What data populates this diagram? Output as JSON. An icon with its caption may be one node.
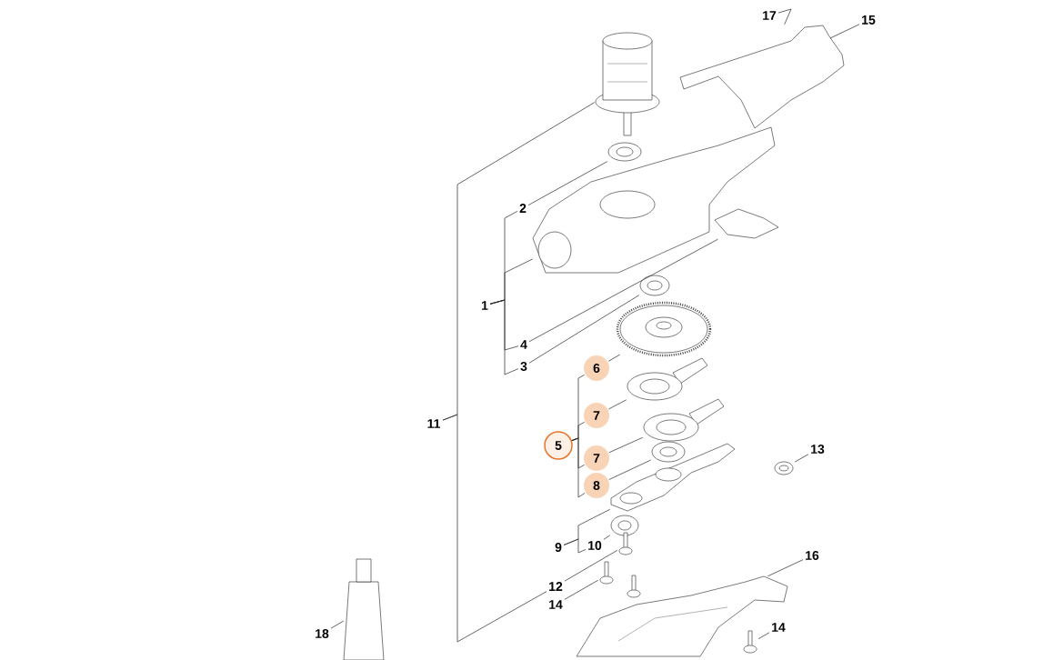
{
  "diagram": {
    "nodes": [
      {
        "text": [],
        "shape": "picture"
      },
      {
        "text": [],
        "shape": "picture"
      },
      {
        "text": [],
        "shape": "picture"
      },
      {
        "text": [],
        "shape": "picture"
      },
      {
        "text": [],
        "shape": "picture"
      },
      {
        "text": [],
        "shape": "picture"
      },
      {
        "text": [],
        "shape": "picture"
      },
      {
        "text": [],
        "shape": "picture"
      },
      {
        "text": [],
        "shape": "picture"
      },
      {
        "text": [],
        "shape": "picture"
      },
      {
        "text": [],
        "shape": "picture"
      },
      {
        "text": [],
        "shape": "picture"
      },
      {
        "text": [],
        "shape": "picture"
      },
      {
        "text": [],
        "shape": "picture"
      },
      {
        "text": [],
        "shape": "picture"
      },
      {
        "text": [],
        "shape": "picture"
      },
      {
        "text": [],
        "shape": "picture"
      },
      {
        "text": [],
        "shape": "picture"
      },
      {
        "text": [],
        "shape": "picture"
      },
      {
        "text": [
          "17"
        ]
      },
      {
        "text": [
          "15"
        ]
      },
      {
        "text": [
          "2"
        ]
      },
      {
        "text": [
          "1"
        ]
      },
      {
        "text": [
          "4"
        ]
      },
      {
        "text": [
          "3"
        ]
      },
      {
        "text": [
          "11"
        ]
      },
      {
        "text": [
          "6"
        ]
      },
      {
        "text": [
          "7"
        ]
      },
      {
        "text": [
          "5"
        ]
      },
      {
        "text": [
          "7"
        ]
      },
      {
        "text": [
          "8"
        ]
      },
      {
        "text": [
          "13"
        ]
      },
      {
        "text": [
          "9"
        ]
      },
      {
        "text": [
          "10"
        ]
      },
      {
        "text": [
          "16"
        ]
      },
      {
        "text": [
          "12"
        ]
      },
      {
        "text": [
          "14"
        ]
      },
      {
        "text": [
          "18"
        ]
      },
      {
        "text": [
          "14"
        ]
      }
    ],
    "edges": [
      {
        "from": 19,
        "to": 16,
        "arrow": "none"
      },
      {
        "from": 20,
        "to": 16,
        "arrow": "none"
      },
      {
        "from": 21,
        "to": 1,
        "arrow": "none"
      },
      {
        "from": 22,
        "to": 2,
        "arrow": "none"
      },
      {
        "from": 22,
        "to": 21,
        "arrow": "none"
      },
      {
        "from": 22,
        "to": 23,
        "arrow": "none"
      },
      {
        "from": 22,
        "to": 24,
        "arrow": "none"
      },
      {
        "from": 23,
        "to": 3,
        "arrow": "none"
      },
      {
        "from": 24,
        "to": 4,
        "arrow": "none"
      },
      {
        "from": 25,
        "to": 0,
        "arrow": "none"
      },
      {
        "from": 25,
        "to": 35,
        "arrow": "none"
      },
      {
        "from": 26,
        "to": 5,
        "arrow": "none"
      },
      {
        "from": 27,
        "to": 6,
        "arrow": "none"
      },
      {
        "from": 29,
        "to": 7,
        "arrow": "none"
      },
      {
        "from": 30,
        "to": 8,
        "arrow": "none"
      },
      {
        "from": 28,
        "to": 26,
        "arrow": "none"
      },
      {
        "from": 28,
        "to": 27,
        "arrow": "none"
      },
      {
        "from": 28,
        "to": 29,
        "arrow": "none"
      },
      {
        "from": 28,
        "to": 30,
        "arrow": "none"
      },
      {
        "from": 31,
        "to": 13,
        "arrow": "none"
      },
      {
        "from": 32,
        "to": 9,
        "arrow": "none"
      },
      {
        "from": 32,
        "to": 33,
        "arrow": "none"
      },
      {
        "from": 33,
        "to": 10,
        "arrow": "none"
      },
      {
        "from": 35,
        "to": 11,
        "arrow": "none"
      },
      {
        "from": 36,
        "to": 12,
        "arrow": "none"
      },
      {
        "from": 34,
        "to": 14,
        "arrow": "none"
      },
      {
        "from": 38,
        "to": 15,
        "arrow": "none"
      },
      {
        "from": 37,
        "to": 17,
        "arrow": "none"
      }
    ]
  }
}
